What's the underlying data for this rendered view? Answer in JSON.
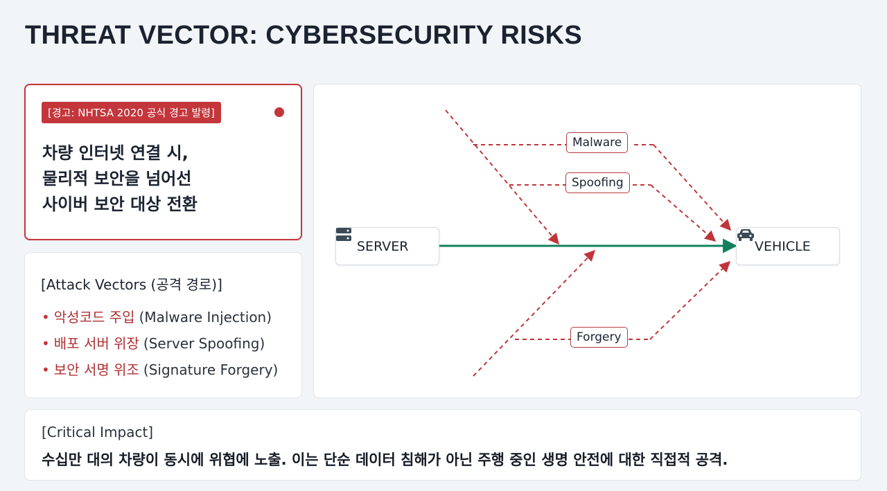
{
  "title": "THREAT VECTOR: CYBERSECURITY RISKS",
  "warning": {
    "badge": "[경고: NHTSA 2020 공식 경고 발령]",
    "lines": [
      "차량 인터넷 연결 시,",
      "물리적 보안을 넘어선",
      "사이버 보안 대상 전환"
    ]
  },
  "attack_vectors": {
    "heading": "[Attack Vectors (공격 경로)]",
    "items": [
      {
        "ko": "악성코드 주입",
        "en": "(Malware Injection)"
      },
      {
        "ko": "배포 서버 위장",
        "en": "(Server Spoofing)"
      },
      {
        "ko": "보안 서명 위조",
        "en": "(Signature Forgery)"
      }
    ]
  },
  "diagram": {
    "server": {
      "label": "SERVER",
      "icon": "server-icon"
    },
    "vehicle": {
      "label": "VEHICLE",
      "icon": "car-icon"
    },
    "threats": {
      "malware": "Malware",
      "spoofing": "Spoofing",
      "forgery": "Forgery"
    }
  },
  "impact": {
    "heading": "[Critical Impact]",
    "text": "수십만 대의 차량이 동시에 위협에 노출. 이는 단순 데이터 침해가 아닌 주행 중인 생명 안전에 대한 직접적 공격."
  },
  "colors": {
    "alert": "#c3363b",
    "flow": "#12805c",
    "threat_line": "#c0353a"
  }
}
